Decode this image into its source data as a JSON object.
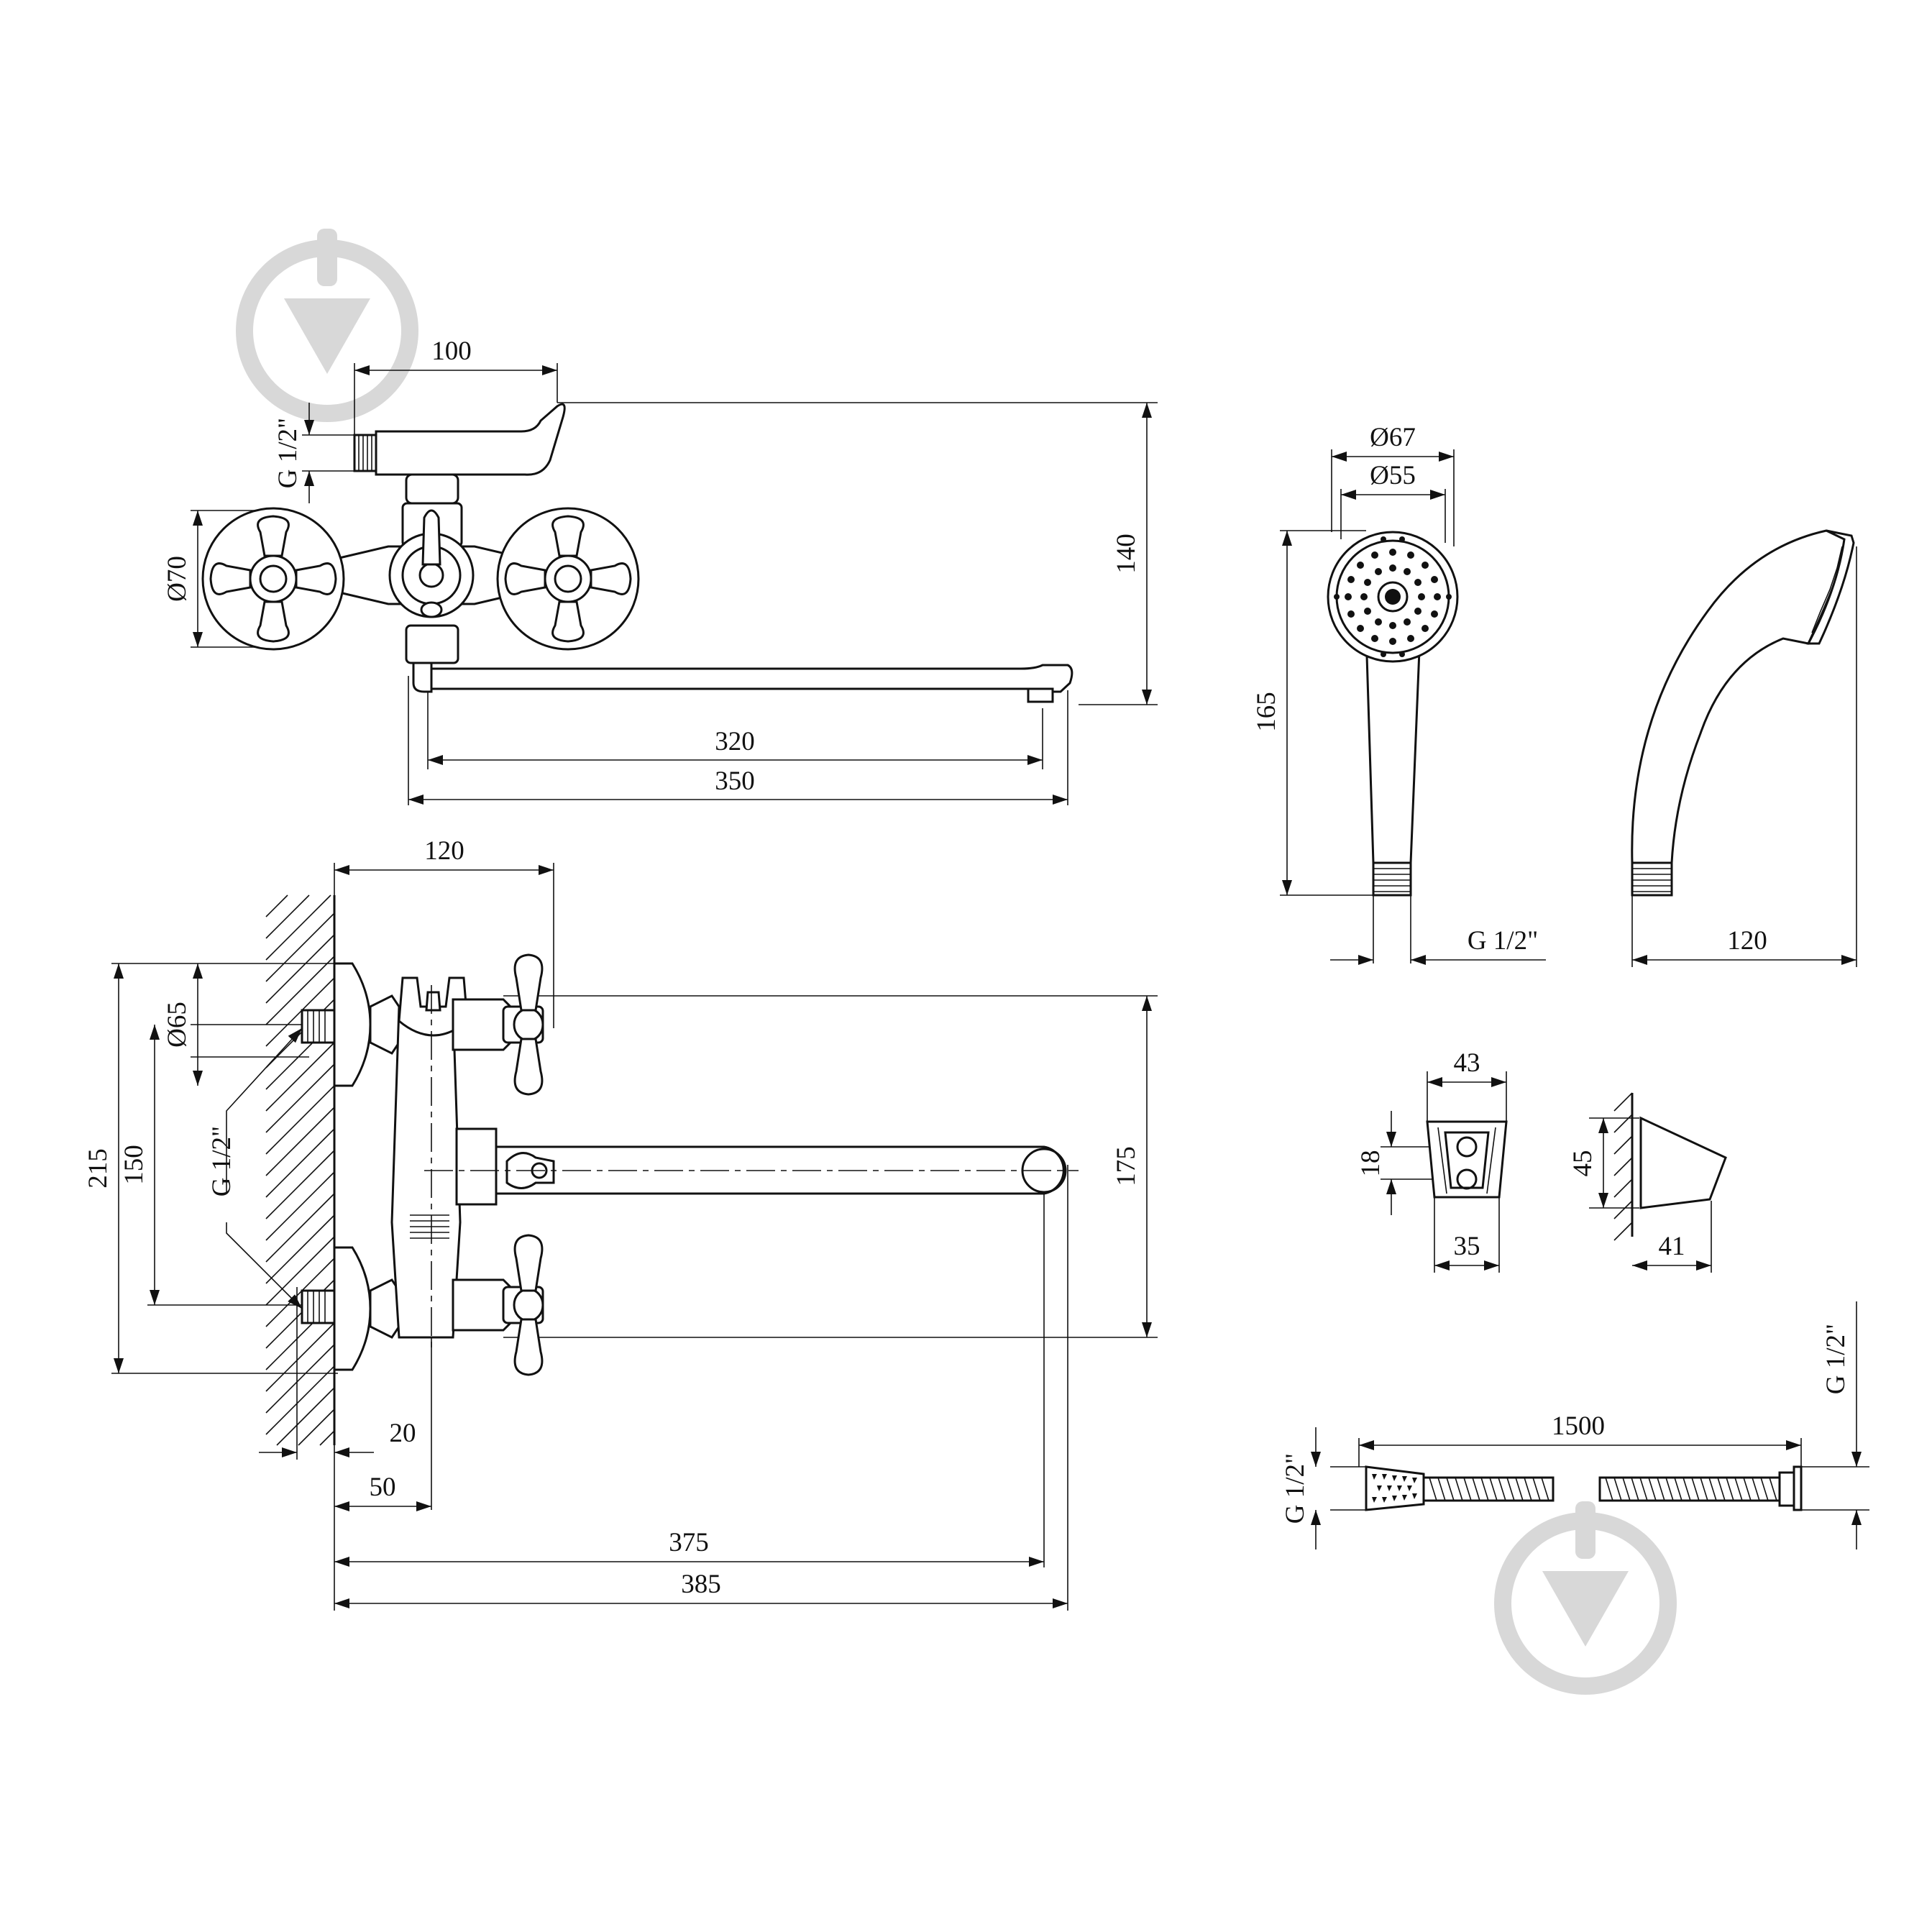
{
  "faucet_top": {
    "dim_100": "100",
    "dim_thread": "G 1/2\"",
    "dim_d70": "Ø70",
    "dim_140": "140",
    "dim_320": "320",
    "dim_350": "350"
  },
  "faucet_side": {
    "dim_120": "120",
    "dim_d65": "Ø65",
    "dim_215": "215",
    "dim_150": "150",
    "dim_thread": "G 1/2\"",
    "dim_175": "175",
    "dim_20": "20",
    "dim_50": "50",
    "dim_375": "375",
    "dim_385": "385"
  },
  "shower_head": {
    "dim_d67": "Ø67",
    "dim_d55": "Ø55",
    "dim_165": "165",
    "dim_thread": "G 1/2\"",
    "dim_120": "120"
  },
  "holder": {
    "dim_43": "43",
    "dim_18": "18",
    "dim_35": "35",
    "dim_45": "45",
    "dim_41": "41"
  },
  "hose": {
    "dim_1500": "1500",
    "dim_thread_left": "G 1/2\"",
    "dim_thread_right": "G 1/2\""
  },
  "colors": {
    "line": "#111111",
    "watermark": "#d8d8d8",
    "background": "#ffffff"
  },
  "icons": [
    "watermark-logo-icon",
    "watermark-logo-icon"
  ]
}
